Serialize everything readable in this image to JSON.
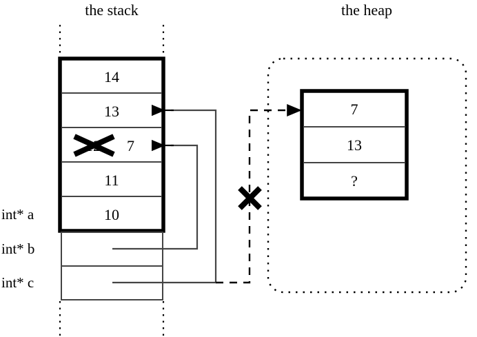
{
  "diagram": {
    "title_stack": "the stack",
    "title_heap": "the heap"
  },
  "stack": {
    "frame_cells": [
      {
        "name": "cell-14",
        "value": "14"
      },
      {
        "name": "cell-13",
        "value": "13"
      },
      {
        "name": "cell-12-crossed",
        "value": "12",
        "crossed": true,
        "new_value": "7"
      },
      {
        "name": "cell-11",
        "value": "11"
      },
      {
        "name": "cell-10",
        "value": "10"
      }
    ],
    "pointer_cells": [
      {
        "label": "int* a",
        "value": ""
      },
      {
        "label": "int* b",
        "value": ""
      },
      {
        "label": "int* c",
        "value": ""
      }
    ],
    "labels": {
      "a": "int* a",
      "b": "int* b",
      "c": "int* c"
    }
  },
  "heap": {
    "block_cells": [
      {
        "name": "heap-cell-0",
        "value": "7"
      },
      {
        "name": "heap-cell-1",
        "value": "13"
      },
      {
        "name": "heap-cell-2",
        "value": "?"
      }
    ]
  },
  "annotations": {
    "invalidated_pointer_mark": "✕",
    "struck_value_mark": "✕"
  },
  "colors": {
    "stroke": "#000000",
    "thin_stroke": "#3a3a3a",
    "background": "#ffffff"
  }
}
